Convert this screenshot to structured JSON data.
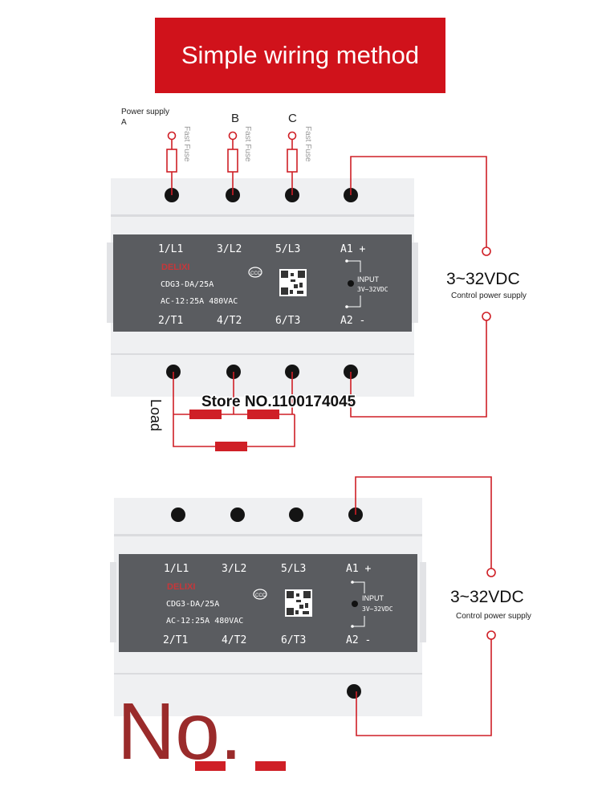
{
  "banner": {
    "title": "Simple wiring method"
  },
  "colors": {
    "banner_red": "#d0121b",
    "wire_red": "#cf1f26",
    "panel_gray": "#5a5c60",
    "housing": "#eff0f2",
    "brand_red": "#c7373a"
  },
  "supply": {
    "a_label": "Power supply",
    "a_phase": "A",
    "b_phase": "B",
    "c_phase": "C",
    "fuse_label": "Fast Fuse"
  },
  "relay_top": {
    "terminals_top": [
      "1/L1",
      "3/L2",
      "5/L3",
      "A1 +"
    ],
    "terminals_bottom": [
      "2/T1",
      "4/T2",
      "6/T3",
      "A2 -"
    ],
    "brand": "DELIXI",
    "model": "CDG3-DA/25A",
    "rating": "AC-12:25A 480VAC",
    "input_label": "INPUT",
    "input_range": "3V~32VDC"
  },
  "relay_bottom": {
    "terminals_top": [
      "1/L1",
      "3/L2",
      "5/L3",
      "A1 +"
    ],
    "terminals_bottom": [
      "2/T1",
      "4/T2",
      "6/T3",
      "A2 -"
    ],
    "brand": "DELIXI",
    "model": "CDG3-DA/25A",
    "rating": "AC-12:25A 480VAC",
    "input_label": "INPUT",
    "input_range": "3V~32VDC"
  },
  "control_top": {
    "voltage": "3~32VDC",
    "caption": "Control power supply"
  },
  "control_bottom": {
    "voltage": "3~32VDC",
    "caption": "Control power supply"
  },
  "load_label": "Load",
  "watermark_store": "Store NO.1100174045",
  "watermark_no": "No."
}
